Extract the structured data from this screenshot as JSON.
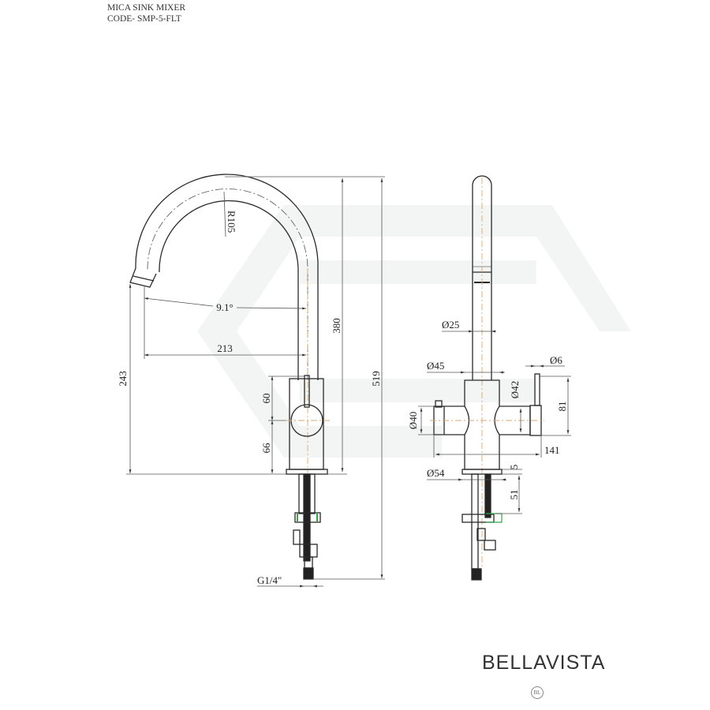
{
  "header": {
    "title": "MICA SINK MIXER",
    "code": "CODE- SMP-5-FLT"
  },
  "side_view": {
    "dimensions": {
      "radius": "R105",
      "angle": "9.1°",
      "reach": "213",
      "spout_height": "380",
      "overall_height": "519",
      "outlet_height": "243",
      "handle_upper": "60",
      "handle_lower": "66",
      "thread": "G1/4\""
    }
  },
  "front_view": {
    "dimensions": {
      "spout_diameter": "Ø25",
      "body_diameter": "Ø45",
      "lever_diameter": "Ø6",
      "handle_diameter": "Ø42",
      "left_knob_diameter": "Ø40",
      "handle_height": "81",
      "overall_width": "141",
      "base_diameter": "Ø54",
      "base_thickness": "5",
      "shank_length": "51"
    }
  },
  "brand": {
    "name": "BELLAVISTA",
    "mark": "BL"
  },
  "colors": {
    "line": "#2a2a2a",
    "dim_line": "#555555",
    "center_line": "#d8a878",
    "seal": "#2fa84a",
    "watermark": "#f2f4f4"
  }
}
